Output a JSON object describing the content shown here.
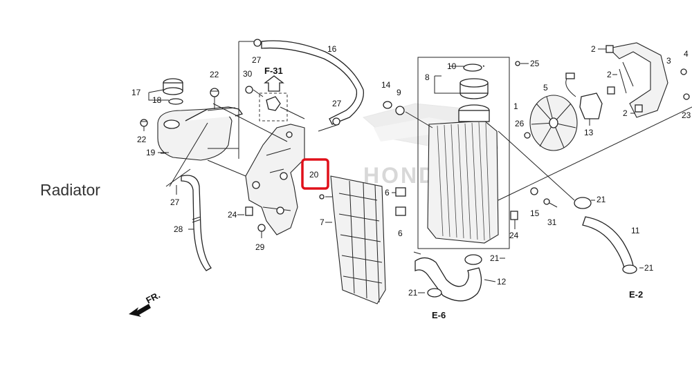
{
  "page": {
    "title": "Radiator"
  },
  "labels": {
    "refs": {
      "f31": "F-31",
      "e6": "E-6",
      "e2": "E-2",
      "fr": "FR."
    },
    "brand": "HONDA",
    "highlight_color": "#e0101a",
    "parts": [
      {
        "id": "n1",
        "text": "1"
      },
      {
        "id": "n2a",
        "text": "2"
      },
      {
        "id": "n2b",
        "text": "2"
      },
      {
        "id": "n2c",
        "text": "2"
      },
      {
        "id": "n3",
        "text": "3"
      },
      {
        "id": "n4",
        "text": "4"
      },
      {
        "id": "n5",
        "text": "5"
      },
      {
        "id": "n6a",
        "text": "6"
      },
      {
        "id": "n6b",
        "text": "6"
      },
      {
        "id": "n7",
        "text": "7"
      },
      {
        "id": "n8",
        "text": "8"
      },
      {
        "id": "n9",
        "text": "9"
      },
      {
        "id": "n10",
        "text": "10"
      },
      {
        "id": "n11",
        "text": "11"
      },
      {
        "id": "n12",
        "text": "12"
      },
      {
        "id": "n13",
        "text": "13"
      },
      {
        "id": "n14",
        "text": "14"
      },
      {
        "id": "n15",
        "text": "15"
      },
      {
        "id": "n16",
        "text": "16"
      },
      {
        "id": "n17",
        "text": "17"
      },
      {
        "id": "n18",
        "text": "18"
      },
      {
        "id": "n19",
        "text": "19"
      },
      {
        "id": "n20",
        "text": "20"
      },
      {
        "id": "n21a",
        "text": "21"
      },
      {
        "id": "n21b",
        "text": "21"
      },
      {
        "id": "n21c",
        "text": "21"
      },
      {
        "id": "n21d",
        "text": "21"
      },
      {
        "id": "n22a",
        "text": "22"
      },
      {
        "id": "n22b",
        "text": "22"
      },
      {
        "id": "n23",
        "text": "23"
      },
      {
        "id": "n24a",
        "text": "24"
      },
      {
        "id": "n24b",
        "text": "24"
      },
      {
        "id": "n25",
        "text": "25"
      },
      {
        "id": "n26",
        "text": "26"
      },
      {
        "id": "n27a",
        "text": "27"
      },
      {
        "id": "n27b",
        "text": "27"
      },
      {
        "id": "n27c",
        "text": "27"
      },
      {
        "id": "n28",
        "text": "28"
      },
      {
        "id": "n29",
        "text": "29"
      },
      {
        "id": "n30",
        "text": "30"
      },
      {
        "id": "n31",
        "text": "31"
      }
    ]
  }
}
